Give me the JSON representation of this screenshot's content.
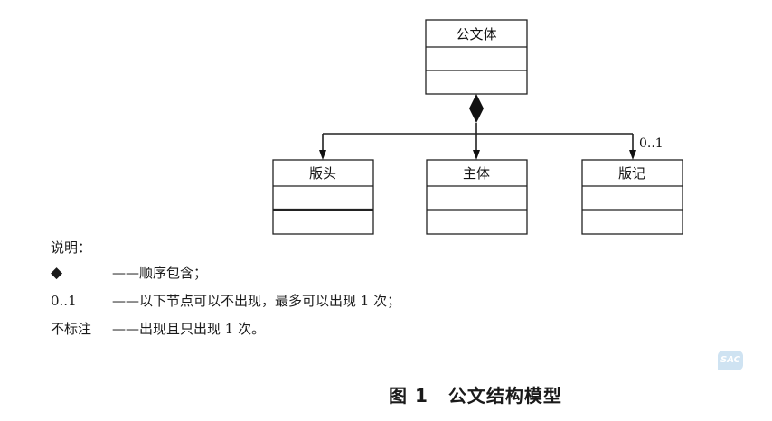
{
  "diagram": {
    "root": {
      "title": "公文体"
    },
    "children": [
      {
        "title": "版头"
      },
      {
        "title": "主体"
      },
      {
        "title": "版记",
        "multiplicity": "0..1"
      }
    ]
  },
  "legend": {
    "title": "说明：",
    "items": [
      {
        "symbol": "◆",
        "description": "——顺序包含；"
      },
      {
        "symbol": "0..1",
        "description": "——以下节点可以不出现，最多可以出现 1 次；"
      },
      {
        "symbol": "不标注",
        "description": "——出现且只出现 1 次。"
      }
    ]
  },
  "caption": {
    "label": "图 1",
    "title": "公文结构模型"
  },
  "watermark": {
    "text": "SAC"
  }
}
